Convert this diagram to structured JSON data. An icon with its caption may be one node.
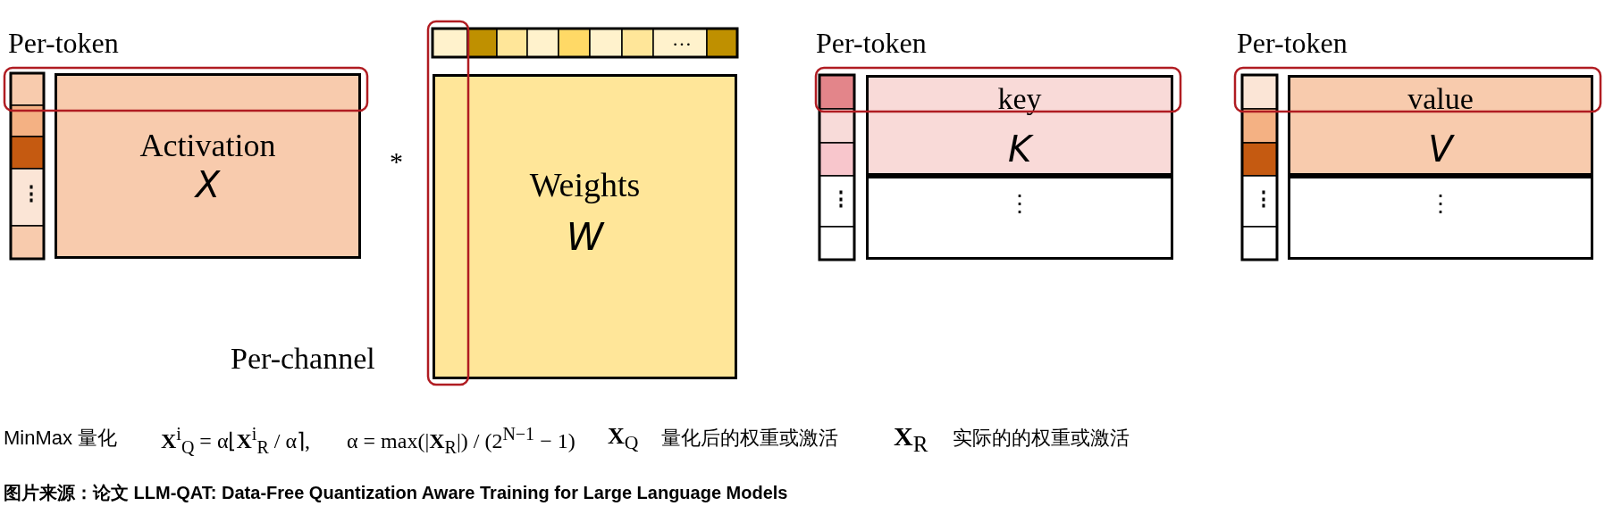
{
  "diagram": {
    "caption": "图片来源：论文 LLM-QAT: Data-Free Quantization Aware Training for Large Language Models",
    "nodes": [
      {
        "text": [
          "Activation",
          "X"
        ]
      },
      {
        "text": [
          "Weights",
          "W"
        ]
      },
      {
        "text": [
          "key",
          "K"
        ]
      },
      {
        "text": [
          "⋮"
        ]
      },
      {
        "text": [
          "value",
          "V"
        ]
      },
      {
        "text": [
          "⋮"
        ]
      }
    ],
    "labels": [
      "Per-token",
      "*",
      "Per-token",
      "Per-token",
      "⋮",
      "…",
      "⋮",
      "⋮",
      "Per-channel",
      "MinMax 量化",
      "**X**$^{i}$$_{Q}$ = α⌊**X**$^{i}$$_{R}$ / α⌉,",
      "α = max(|**X**$_{R}$|) / (2$^{N−1}$ − 1)",
      "**X**$_{Q}$",
      "量化后的权重或激活",
      "**X**$_{R}$",
      "实际的的权重或激活"
    ]
  }
}
